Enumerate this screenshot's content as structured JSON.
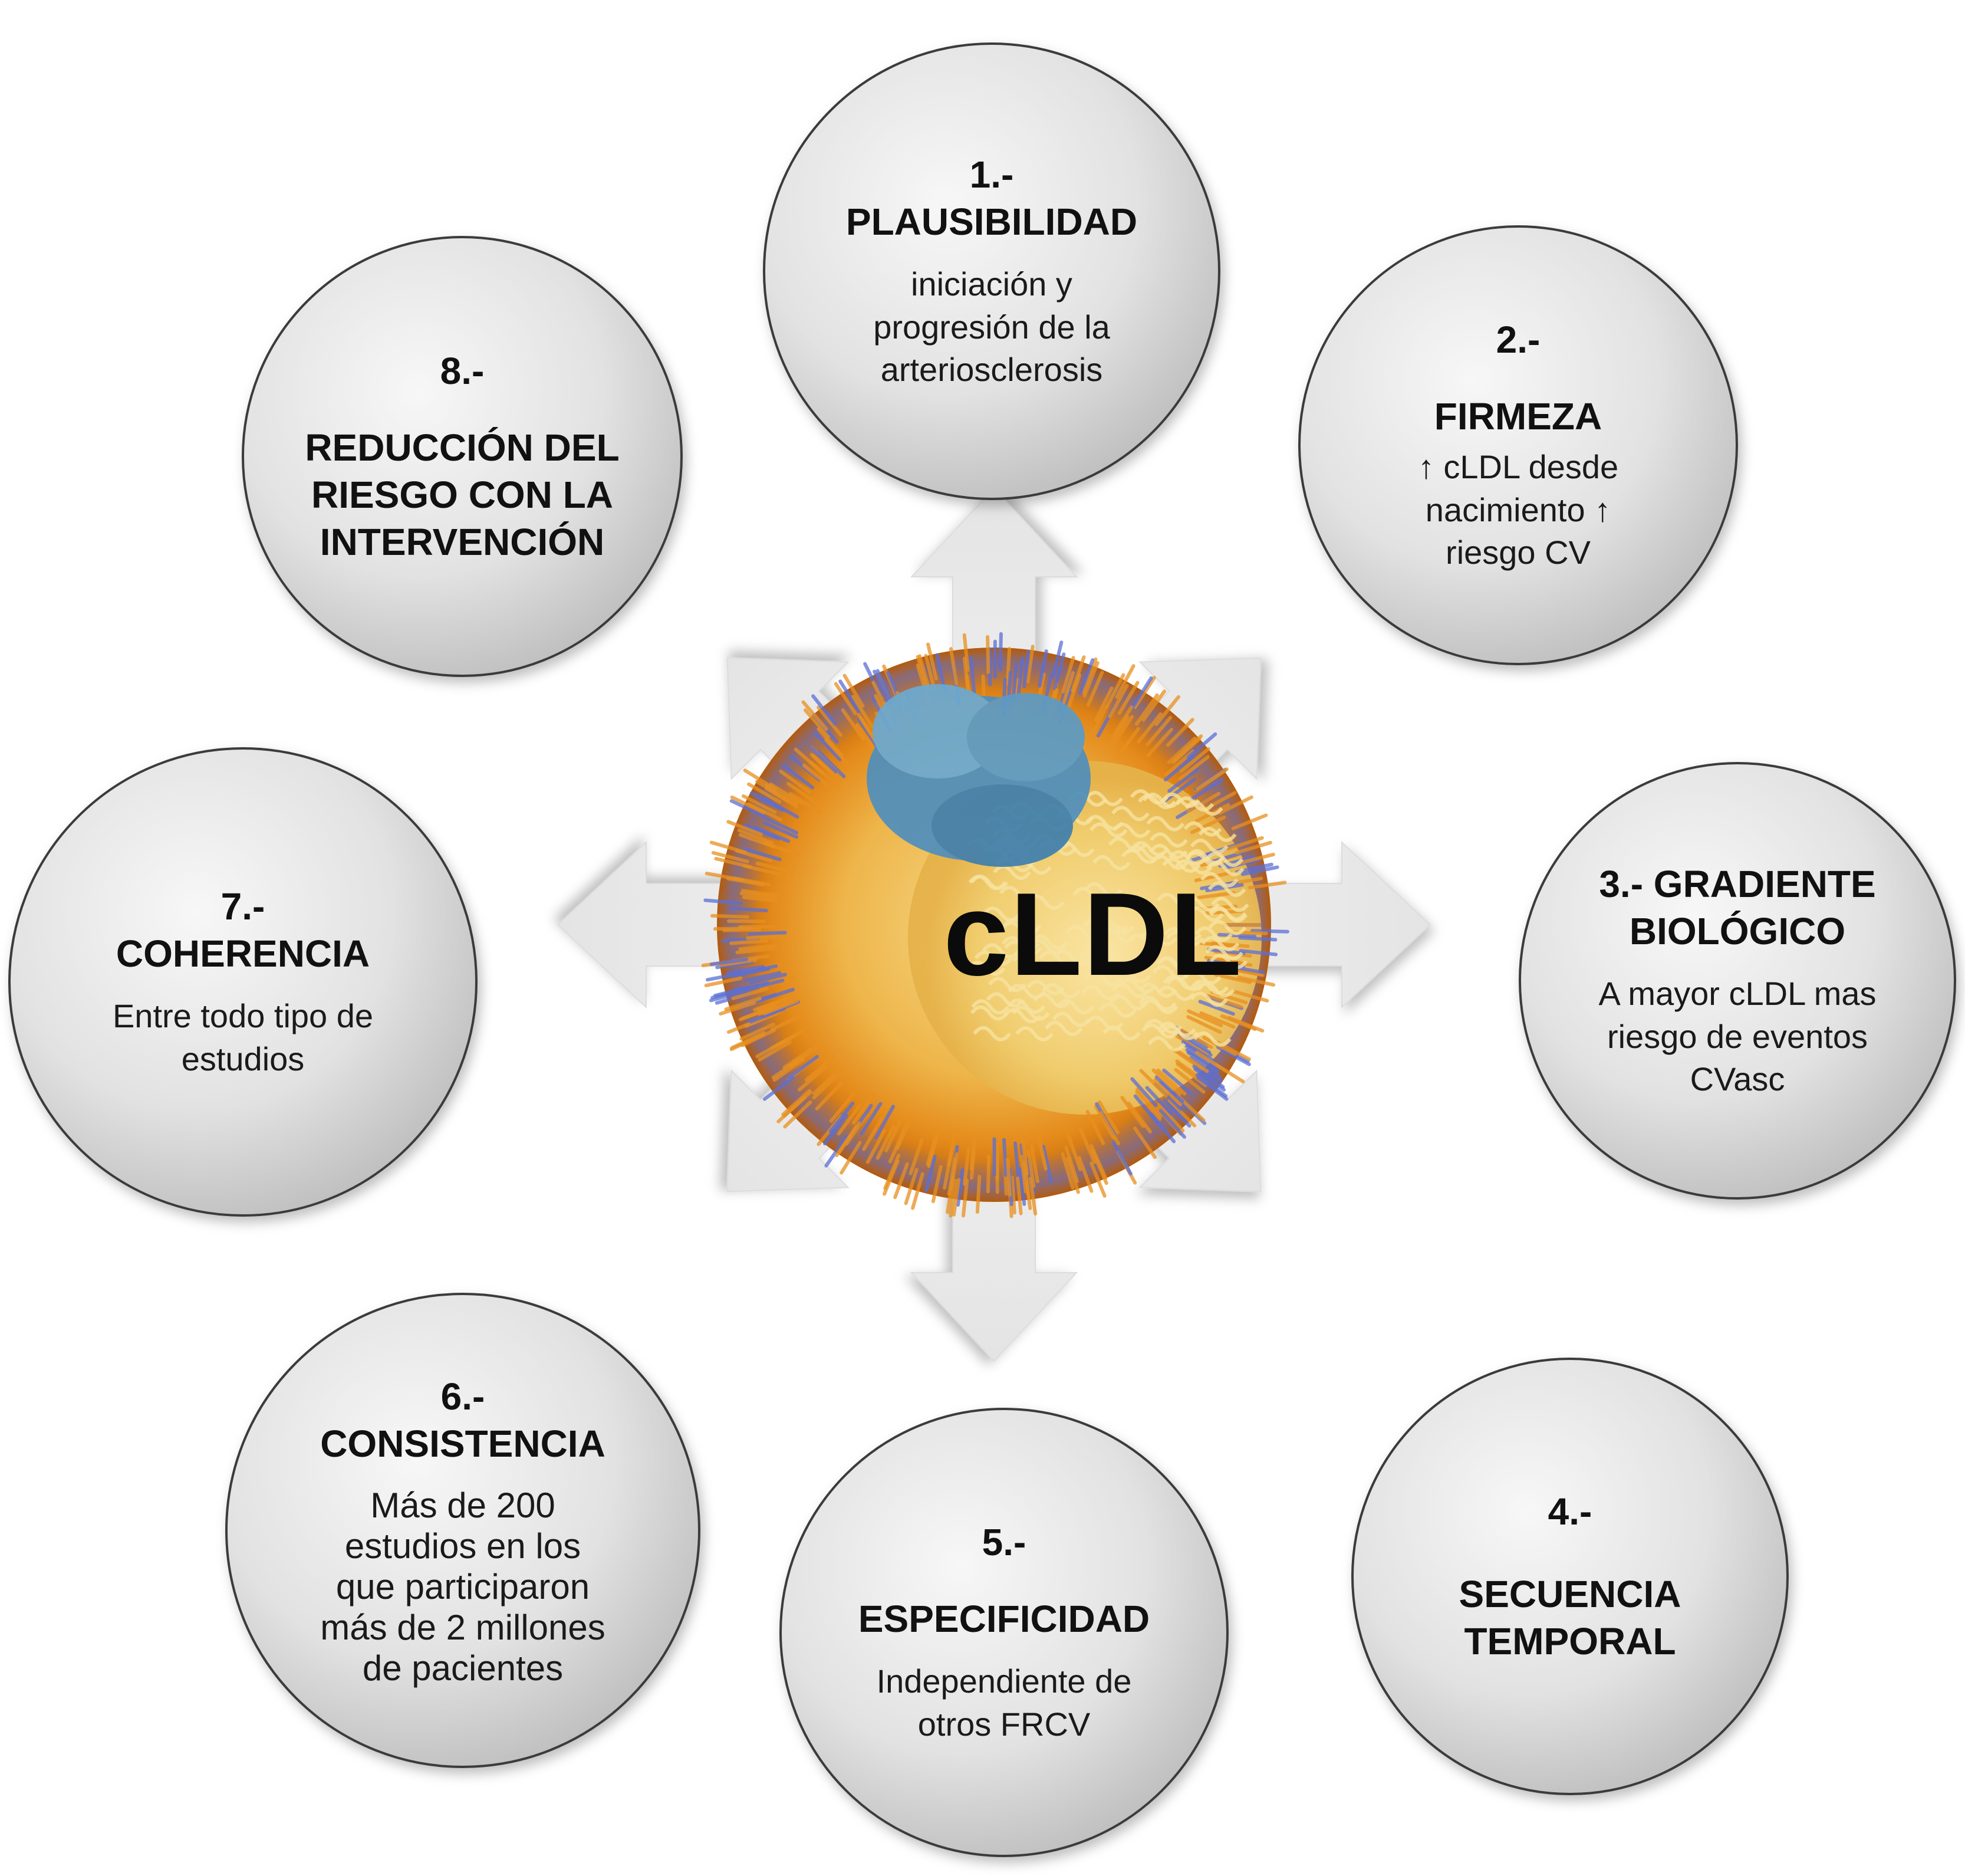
{
  "center": {
    "label": "cLDL"
  },
  "nodes": [
    {
      "id": "1",
      "number": "1.-",
      "title": "PLAUSIBILIDAD",
      "desc": "iniciación y\nprogresión de la\narteriosclerosis"
    },
    {
      "id": "2",
      "number": "2.-",
      "title": "FIRMEZA",
      "desc": "↑ cLDL desde\nnacimiento ↑\nriesgo CV"
    },
    {
      "id": "3",
      "number": "3.- GRADIENTE",
      "title": "BIOLÓGICO",
      "desc": "A mayor cLDL mas\nriesgo de eventos\nCVasc"
    },
    {
      "id": "4",
      "number": "4.-",
      "title": "SECUENCIA\nTEMPORAL",
      "desc": ""
    },
    {
      "id": "5",
      "number": "5.-",
      "title": "ESPECIFICIDAD",
      "desc": "Independiente de\notros FRCV"
    },
    {
      "id": "6",
      "number": "6.-",
      "title": "CONSISTENCIA",
      "desc": "Más de 200\nestudios en los\nque participaron\nmás de 2 millones\nde pacientes"
    },
    {
      "id": "7",
      "number": "7.-",
      "title": "COHERENCIA",
      "desc": "Entre todo tipo de\nestudios"
    },
    {
      "id": "8",
      "number": "8.-",
      "title": "REDUCCIÓN DEL\nRIESGO CON LA\nINTERVENCIÓN",
      "desc": ""
    }
  ],
  "colors": {
    "circle_fill_light": "#f4f4f4",
    "circle_fill_dark": "#c9c9c9",
    "circle_stroke": "#3a3a3a",
    "arrow_fill": "#ececec",
    "particle_orange": "#e8901f",
    "particle_blue": "#5b6fd6",
    "core_yellow": "#f2d27a",
    "protein_blue": "#5a9ec9"
  }
}
